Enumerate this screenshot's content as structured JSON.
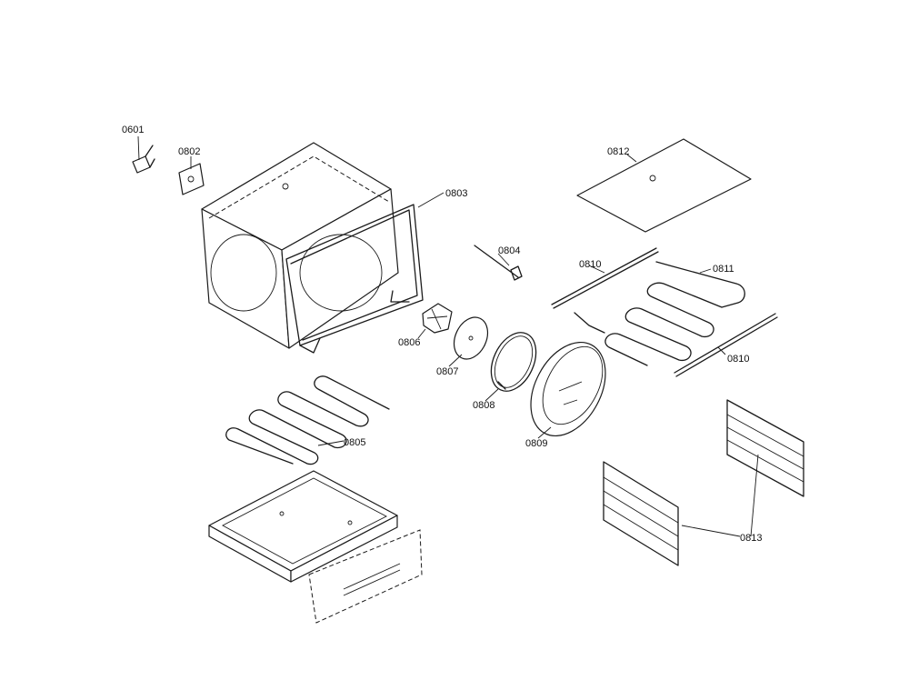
{
  "parts": [
    {
      "id": "p0601",
      "label": "0601"
    },
    {
      "id": "p0802",
      "label": "0802"
    },
    {
      "id": "p0803",
      "label": "0803"
    },
    {
      "id": "p0804",
      "label": "0804"
    },
    {
      "id": "p0805",
      "label": "0805"
    },
    {
      "id": "p0806",
      "label": "0806"
    },
    {
      "id": "p0807",
      "label": "0807"
    },
    {
      "id": "p0808",
      "label": "0808"
    },
    {
      "id": "p0809",
      "label": "0809"
    },
    {
      "id": "p0810a",
      "label": "0810"
    },
    {
      "id": "p0810b",
      "label": "0810"
    },
    {
      "id": "p0811",
      "label": "0811"
    },
    {
      "id": "p0812",
      "label": "0812"
    },
    {
      "id": "p0813",
      "label": "0813"
    }
  ]
}
